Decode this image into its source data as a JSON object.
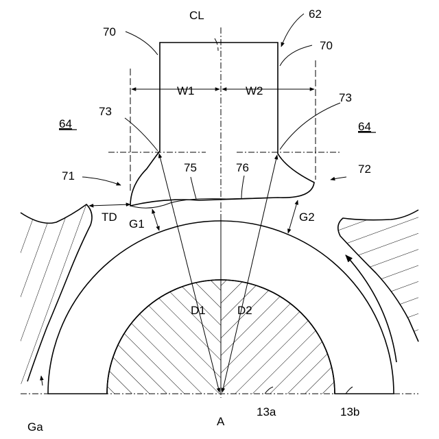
{
  "labels": {
    "ref_70_left": "70",
    "ref_70_right": "70",
    "ref_cl": "CL",
    "ref_62": "62",
    "ref_64_left": "64",
    "ref_64_right": "64",
    "ref_73_left": "73",
    "ref_73_right": "73",
    "ref_w1": "W1",
    "ref_w2": "W2",
    "ref_71": "71",
    "ref_72": "72",
    "ref_75": "75",
    "ref_76": "76",
    "ref_td": "TD",
    "ref_g1": "G1",
    "ref_g2": "G2",
    "ref_d1": "D1",
    "ref_d2": "D2",
    "ref_a": "A",
    "ref_13a": "13a",
    "ref_13b": "13b",
    "ref_ga": "Ga"
  }
}
